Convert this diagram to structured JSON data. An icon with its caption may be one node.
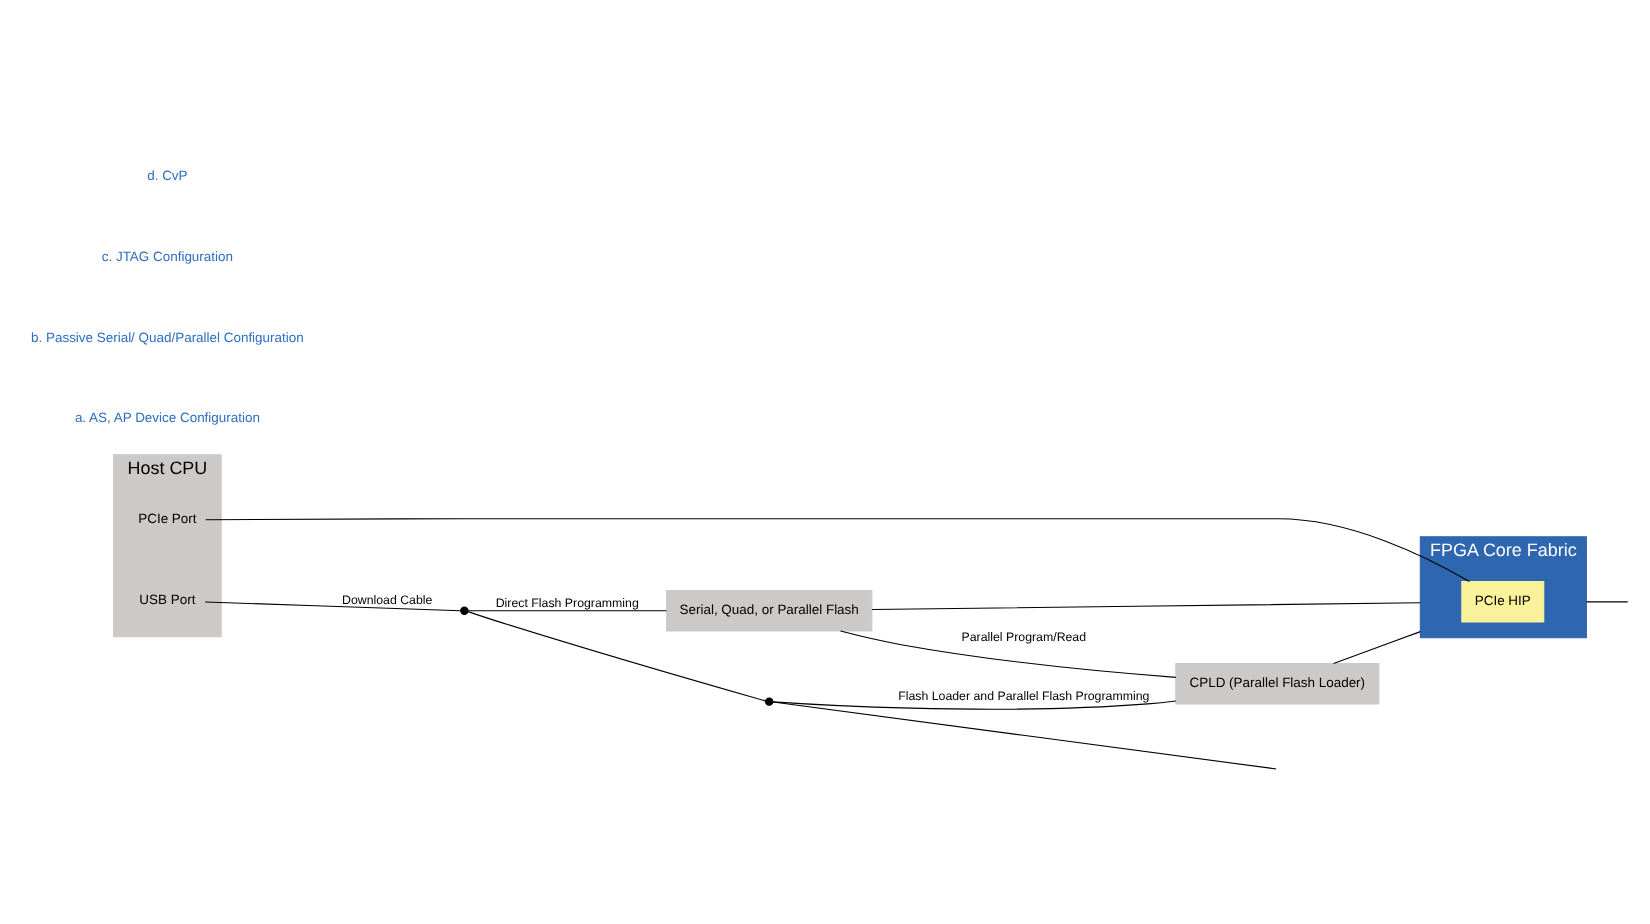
{
  "diagram": {
    "nodes": [
      {
        "text": [
          "Host CPU"
        ]
      },
      {
        "text": [
          "USB Port"
        ],
        "in": 0
      },
      {
        "text": [
          "PCIe Port"
        ],
        "in": 0
      },
      {
        "text": [
          "Serial, Quad, or Parallel Flash"
        ]
      },
      {
        "text": [
          "CPLD (Parallel Flash Loader)"
        ]
      },
      {
        "text": [
          "FPGA Core Fabric"
        ]
      },
      {
        "text": [
          "PCIe HIP"
        ],
        "in": 5
      },
      {
        "text": [],
        "shape": "circle"
      },
      {
        "text": [],
        "shape": "circle"
      }
    ],
    "edges": [
      {
        "from": 1,
        "to": 7,
        "arrow": "none",
        "label": "Download Cable"
      },
      {
        "from": 7,
        "to": 8,
        "arrow": "none"
      },
      {
        "from": 8,
        "to": null,
        "arrow": "none"
      },
      {
        "from": 7,
        "to": 3,
        "arrow": "none",
        "label": "Direct Flash Programming"
      },
      {
        "from": 8,
        "to": 4,
        "arrow": "none",
        "label": "Flash Loader and Parallel Flash Programming"
      },
      {
        "from": 3,
        "to": 4,
        "arrow": "none",
        "label": "Parallel Program/Read"
      },
      {
        "from": 3,
        "to": 5,
        "arrow": "none"
      },
      {
        "from": 4,
        "to": 5,
        "arrow": "none"
      },
      {
        "from": 2,
        "to": 6,
        "arrow": "none"
      },
      {
        "from": 5,
        "to": null,
        "arrow": "none"
      }
    ],
    "labels": [
      "a. AS, AP Device Configuration",
      "b. Passive Serial/ Quad/Parallel Configuration",
      "c. JTAG Configuration",
      "d. CvP"
    ]
  }
}
